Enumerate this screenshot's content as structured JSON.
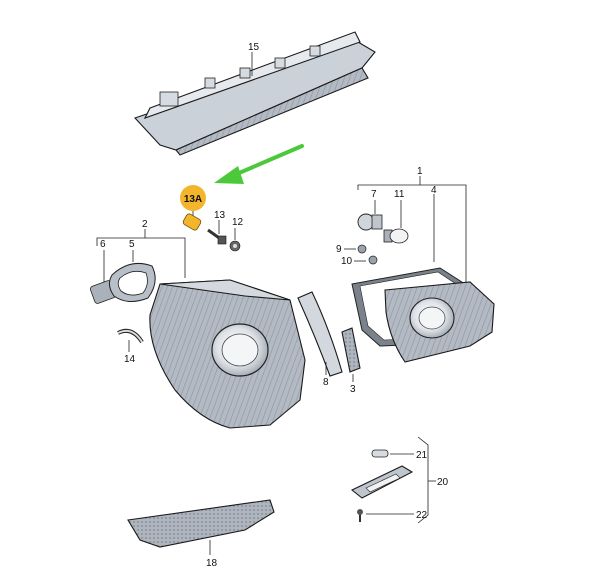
{
  "labels": {
    "l1": "1",
    "l2": "2",
    "l3": "3",
    "l4": "4",
    "l5": "5",
    "l6": "6",
    "l7": "7",
    "l8": "8",
    "l9": "9",
    "l10": "10",
    "l11": "11",
    "l12": "12",
    "l13": "13",
    "l13A": "13A",
    "l14": "14",
    "l15": "15",
    "l18": "18",
    "l20": "20",
    "l21": "21",
    "l22": "22"
  },
  "colors": {
    "highlight": "#f2b52c",
    "arrow": "#4cc93a",
    "part_fill": "#c8ced6",
    "part_dark": "#7d8590"
  }
}
